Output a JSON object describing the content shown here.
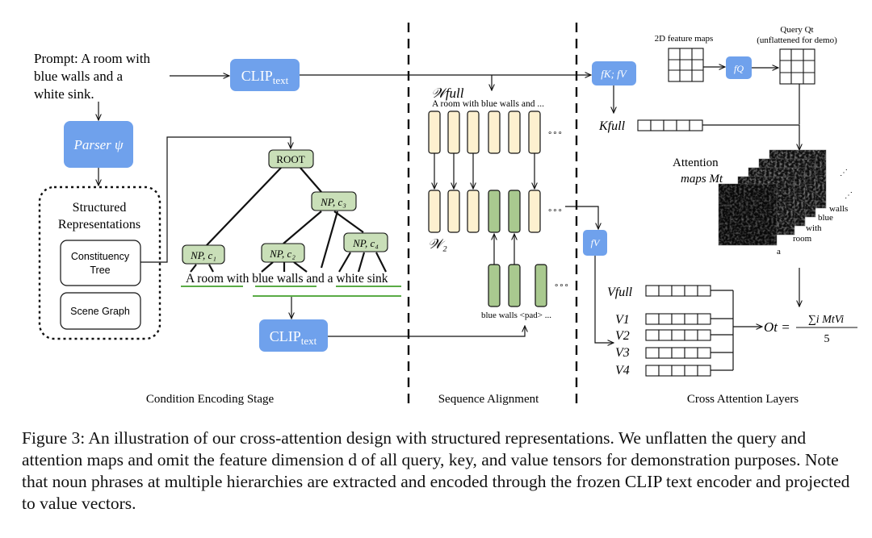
{
  "prompt": {
    "line1": "Prompt: A room with",
    "line2": "blue walls and a",
    "line3": "white sink."
  },
  "clip_text": {
    "main": "CLIP",
    "sub": "text"
  },
  "parser": {
    "label": "Parser ψ"
  },
  "structured": {
    "title_line1": "Structured",
    "title_line2": "Representations",
    "tree_line1": "Constituency",
    "tree_line2": "Tree",
    "scene_graph": "Scene Graph"
  },
  "tree": {
    "root": "ROOT",
    "np_c1": "NP, c₁",
    "np_c2": "NP, c₂",
    "np_c3": "NP, c₃",
    "np_c4": "NP, c₄",
    "sentence": "A room with blue walls and a white sink"
  },
  "sequence": {
    "w_full": "𝒲full",
    "w_full_text": "A room with blue walls and ...",
    "w2": "𝒲₂",
    "ellipsis": "∘∘∘",
    "bottom_label": "blue walls  <pad> ..."
  },
  "cross": {
    "fk_fv": "fK; fV",
    "k_full": "Kfull",
    "feature_maps": "2D feature maps",
    "fq": "fQ",
    "query_line1": "Query Qt",
    "query_line2": "(unflattened for demo)",
    "attention_line1": "Attention",
    "attention_line2": "maps Mt",
    "map_words": [
      "walls",
      "blue",
      "with",
      "room",
      "a"
    ],
    "fv": "fV",
    "v_full": "Vfull",
    "v_labels": [
      "V1",
      "V2",
      "V3",
      "V4"
    ],
    "output_lhs": "Ot =",
    "output_num": "∑i MtVi",
    "output_den": "5"
  },
  "stages": {
    "condition": "Condition Encoding Stage",
    "sequence": "Sequence Alignment",
    "cross": "Cross Attention Layers"
  },
  "caption": "Figure 3: An illustration of our cross-attention design with structured representations. We unflatten the query and attention maps and omit the feature dimension d of all query, key, and value tensors for demonstration purposes. Note that noun phrases at multiple hierarchies are extracted and encoded through the frozen CLIP text encoder and projected to value vectors.",
  "colors": {
    "blue_box": "#6fa1ec",
    "green_node": "#c9dfb8",
    "cream_bar": "#fdf0cf",
    "green_bar": "#a9c98f",
    "underline": "#5aab46"
  }
}
